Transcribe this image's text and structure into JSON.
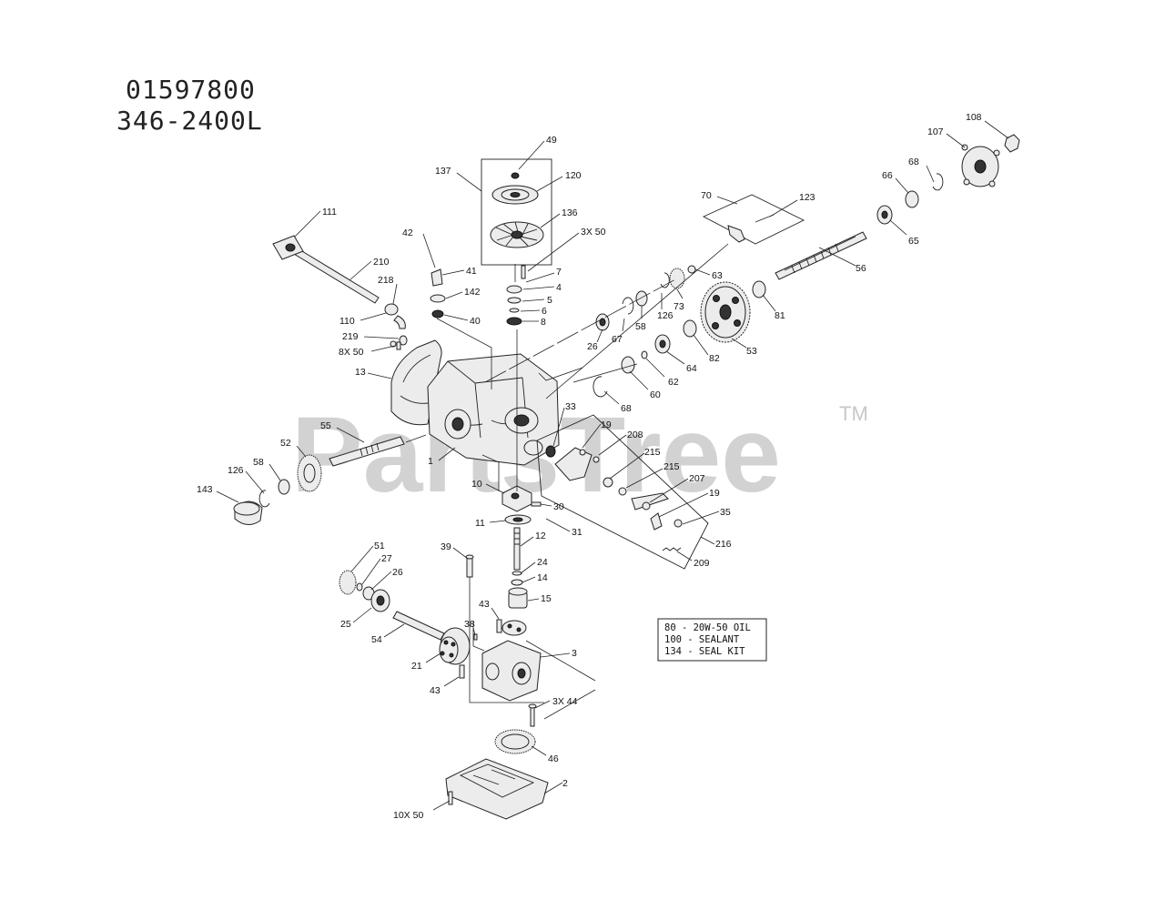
{
  "diagram": {
    "model_number": "01597800",
    "part_number": "346-2400L",
    "watermark": "PartsTree",
    "watermark_tm": "TM",
    "legend": [
      "80  - 20W-50 OIL",
      "100 - SEALANT",
      "134 - SEAL KIT"
    ],
    "callouts": [
      {
        "label": "108"
      },
      {
        "label": "107"
      },
      {
        "label": "68"
      },
      {
        "label": "66"
      },
      {
        "label": "65"
      },
      {
        "label": "56"
      },
      {
        "label": "81"
      },
      {
        "label": "53"
      },
      {
        "label": "82"
      },
      {
        "label": "64"
      },
      {
        "label": "62"
      },
      {
        "label": "60"
      },
      {
        "label": "68"
      },
      {
        "label": "73"
      },
      {
        "label": "63"
      },
      {
        "label": "126"
      },
      {
        "label": "58"
      },
      {
        "label": "67"
      },
      {
        "label": "26"
      },
      {
        "label": "70"
      },
      {
        "label": "123"
      },
      {
        "label": "137"
      },
      {
        "label": "49"
      },
      {
        "label": "120"
      },
      {
        "label": "136"
      },
      {
        "label": "3X 50"
      },
      {
        "label": "7"
      },
      {
        "label": "4"
      },
      {
        "label": "5"
      },
      {
        "label": "6"
      },
      {
        "label": "8"
      },
      {
        "label": "42"
      },
      {
        "label": "41"
      },
      {
        "label": "142"
      },
      {
        "label": "40"
      },
      {
        "label": "111"
      },
      {
        "label": "210"
      },
      {
        "label": "218"
      },
      {
        "label": "110"
      },
      {
        "label": "219"
      },
      {
        "label": "8X 50"
      },
      {
        "label": "13"
      },
      {
        "label": "55"
      },
      {
        "label": "52"
      },
      {
        "label": "1"
      },
      {
        "label": "58"
      },
      {
        "label": "126"
      },
      {
        "label": "143"
      },
      {
        "label": "33"
      },
      {
        "label": "19"
      },
      {
        "label": "208"
      },
      {
        "label": "215"
      },
      {
        "label": "215"
      },
      {
        "label": "207"
      },
      {
        "label": "19"
      },
      {
        "label": "35"
      },
      {
        "label": "216"
      },
      {
        "label": "209"
      },
      {
        "label": "10"
      },
      {
        "label": "30"
      },
      {
        "label": "11"
      },
      {
        "label": "31"
      },
      {
        "label": "12"
      },
      {
        "label": "39"
      },
      {
        "label": "24"
      },
      {
        "label": "14"
      },
      {
        "label": "15"
      },
      {
        "label": "51"
      },
      {
        "label": "27"
      },
      {
        "label": "26"
      },
      {
        "label": "25"
      },
      {
        "label": "54"
      },
      {
        "label": "43"
      },
      {
        "label": "38"
      },
      {
        "label": "3"
      },
      {
        "label": "21"
      },
      {
        "label": "43"
      },
      {
        "label": "3X 44"
      },
      {
        "label": "46"
      },
      {
        "label": "2"
      },
      {
        "label": "10X 50"
      }
    ]
  }
}
